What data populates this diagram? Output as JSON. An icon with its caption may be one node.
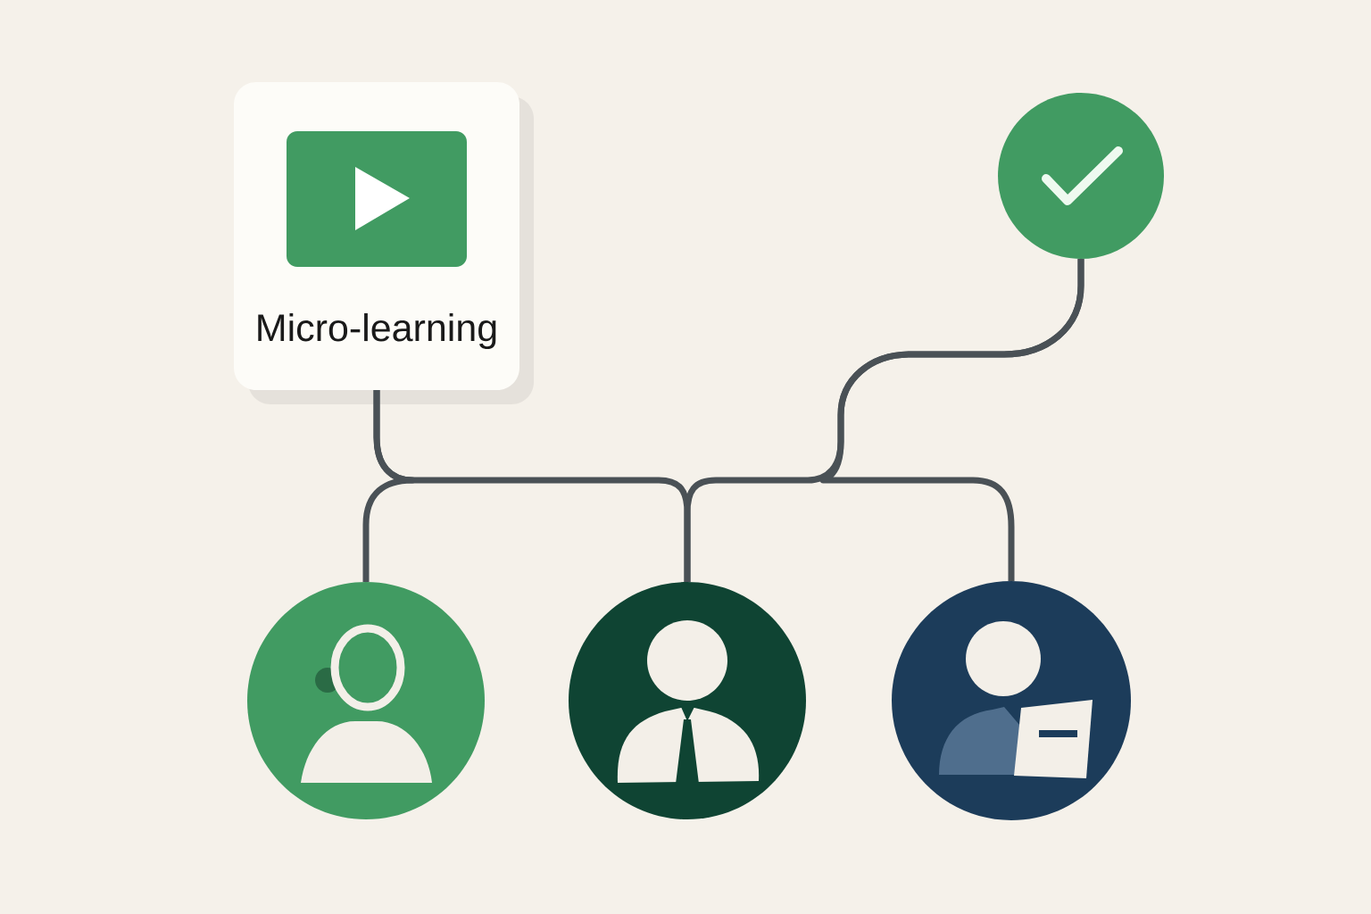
{
  "diagram": {
    "nodes": [
      {
        "text": [
          "Micro-learning"
        ]
      },
      {
        "text": [],
        "shape": "circle"
      },
      {
        "text": [],
        "shape": "circle"
      },
      {
        "text": [],
        "shape": "circle"
      },
      {
        "text": [],
        "shape": "circle"
      }
    ],
    "edges": [
      {
        "from": 0,
        "to": 2,
        "arrow": "none"
      },
      {
        "from": 0,
        "to": 3,
        "arrow": "none"
      },
      {
        "from": 1,
        "to": 3,
        "arrow": "none"
      },
      {
        "from": 1,
        "to": 4,
        "arrow": "none"
      }
    ]
  }
}
